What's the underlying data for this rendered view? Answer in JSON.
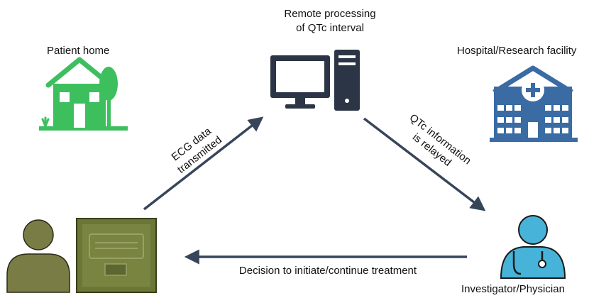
{
  "labels": {
    "patient_home": "Patient home",
    "remote_processing": [
      "Remote processing",
      "of QTc interval"
    ],
    "hospital": "Hospital/Research facility",
    "investigator": "Investigator/Physician"
  },
  "arrows": {
    "ecg": [
      "ECG data",
      "transmitted"
    ],
    "qtc": [
      "QTc information",
      "is relayed"
    ],
    "decision": "Decision to initiate/continue treatment"
  },
  "colors": {
    "house": "#3dbf5e",
    "computer": "#2b3545",
    "hospital": "#3a6ba3",
    "physician": "#47b3d9",
    "patient": "#7a7c46",
    "device": "#6b7736",
    "arrow": "#37455a"
  },
  "icons": [
    "house-icon",
    "computer-icon",
    "hospital-icon",
    "patient-icon",
    "ecg-device-icon",
    "physician-icon"
  ]
}
